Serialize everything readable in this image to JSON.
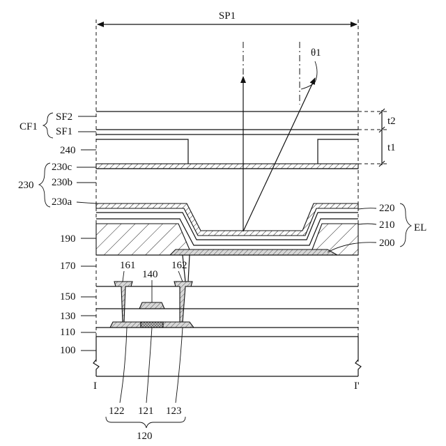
{
  "labels": {
    "sp1": "SP1",
    "theta1": "θ1",
    "cf1": "CF1",
    "sf2": "SF2",
    "sf1": "SF1",
    "t2": "t2",
    "t1": "t1",
    "l240": "240",
    "l230c": "230c",
    "l230": "230",
    "l230b": "230b",
    "l230a": "230a",
    "l220": "220",
    "l210": "210",
    "el": "EL",
    "l200": "200",
    "l190": "190",
    "l170": "170",
    "l161": "161",
    "l162": "162",
    "l140": "140",
    "l150": "150",
    "l130": "130",
    "l110": "110",
    "l100": "100",
    "i_left": "I",
    "i_right": "I'",
    "l122": "122",
    "l121": "121",
    "l123": "123",
    "l120": "120"
  }
}
